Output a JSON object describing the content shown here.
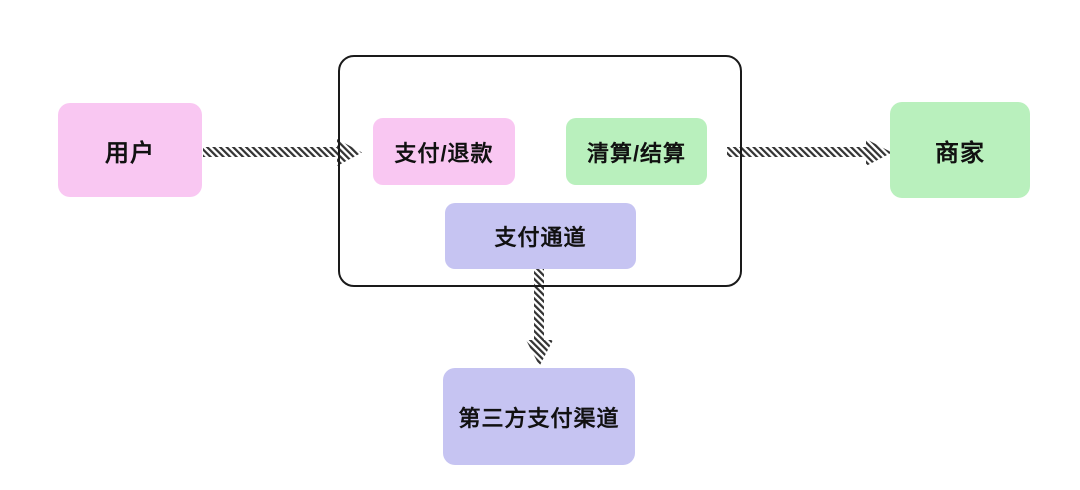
{
  "diagram": {
    "type": "flowchart",
    "background_color": "#ffffff",
    "boundary": {
      "name": "payment-system-boundary",
      "border_color": "#1a1a1a"
    },
    "nodes": {
      "user": {
        "label": "用户",
        "color": "#f9c7f2"
      },
      "payment_refund": {
        "label": "支付/退款",
        "color": "#f9c7f2"
      },
      "clearing_settlement": {
        "label": "清算/结算",
        "color": "#b9f0bd"
      },
      "payment_channel": {
        "label": "支付通道",
        "color": "#c6c4f2"
      },
      "merchant": {
        "label": "商家",
        "color": "#b9f0bd"
      },
      "third_party_channel": {
        "label": "第三方支付渠道",
        "color": "#c6c4f2"
      }
    },
    "edges": [
      {
        "from": "user",
        "to": "payment_system_boundary",
        "style": "hatched-stripe-arrow",
        "direction": "right"
      },
      {
        "from": "payment_system_boundary",
        "to": "merchant",
        "style": "hatched-stripe-arrow",
        "direction": "right"
      },
      {
        "from": "payment_channel",
        "to": "third_party_channel",
        "style": "hatched-stripe-arrow",
        "direction": "down"
      }
    ],
    "arrow_stripe_color": "#333333"
  }
}
